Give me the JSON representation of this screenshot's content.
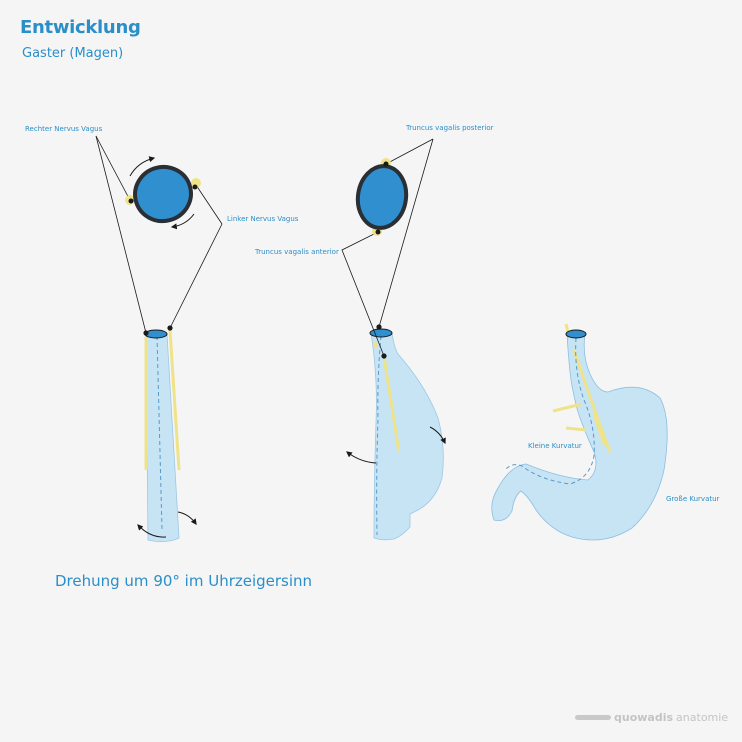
{
  "header": {
    "title": "Entwicklung",
    "subtitle": "Gaster (Magen)"
  },
  "labels": {
    "right_vagus": "Rechter Nervus Vagus",
    "left_vagus": "Linker Nervus Vagus",
    "trunk_posterior": "Truncus vagalis posterior",
    "trunk_anterior": "Truncus vagalis anterior",
    "lesser_curvature": "Kleine Kurvatur",
    "greater_curvature": "Große Kurvatur"
  },
  "caption": "Drehung um 90° im Uhrzeigersinn",
  "brand": {
    "name_bold": "quowadis",
    "name_light": "anatomie"
  },
  "colors": {
    "accent": "#2a8fc9",
    "organ_fill": "#c7e4f5",
    "organ_stroke": "#7fb7da",
    "lumen": "#2f8fcf",
    "nerve": "#efe38a",
    "outline": "#1a1a1a"
  }
}
